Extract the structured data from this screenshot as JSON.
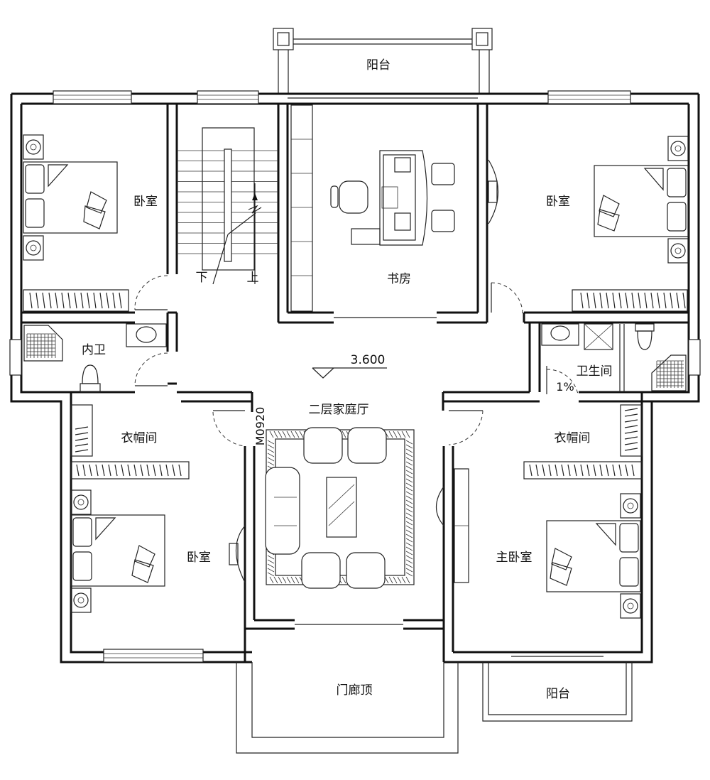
{
  "rooms": {
    "balcony_top": "阳台",
    "bedroom_nw": "卧室",
    "stair_down": "下",
    "stair_up": "上",
    "study": "书房",
    "bedroom_ne": "卧室",
    "inner_bath": "内卫",
    "elevation": "3.600",
    "bathroom": "卫生间",
    "slope": "1%",
    "family_hall": "二层家庭厅",
    "door_code": "M0920",
    "closet_w": "衣帽间",
    "closet_e": "衣帽间",
    "bedroom_sw": "卧室",
    "master_bedroom": "主卧室",
    "porch_roof": "门廊顶",
    "balcony_bottom": "阳台"
  },
  "colors": {
    "line": "#111111",
    "background": "#ffffff"
  }
}
